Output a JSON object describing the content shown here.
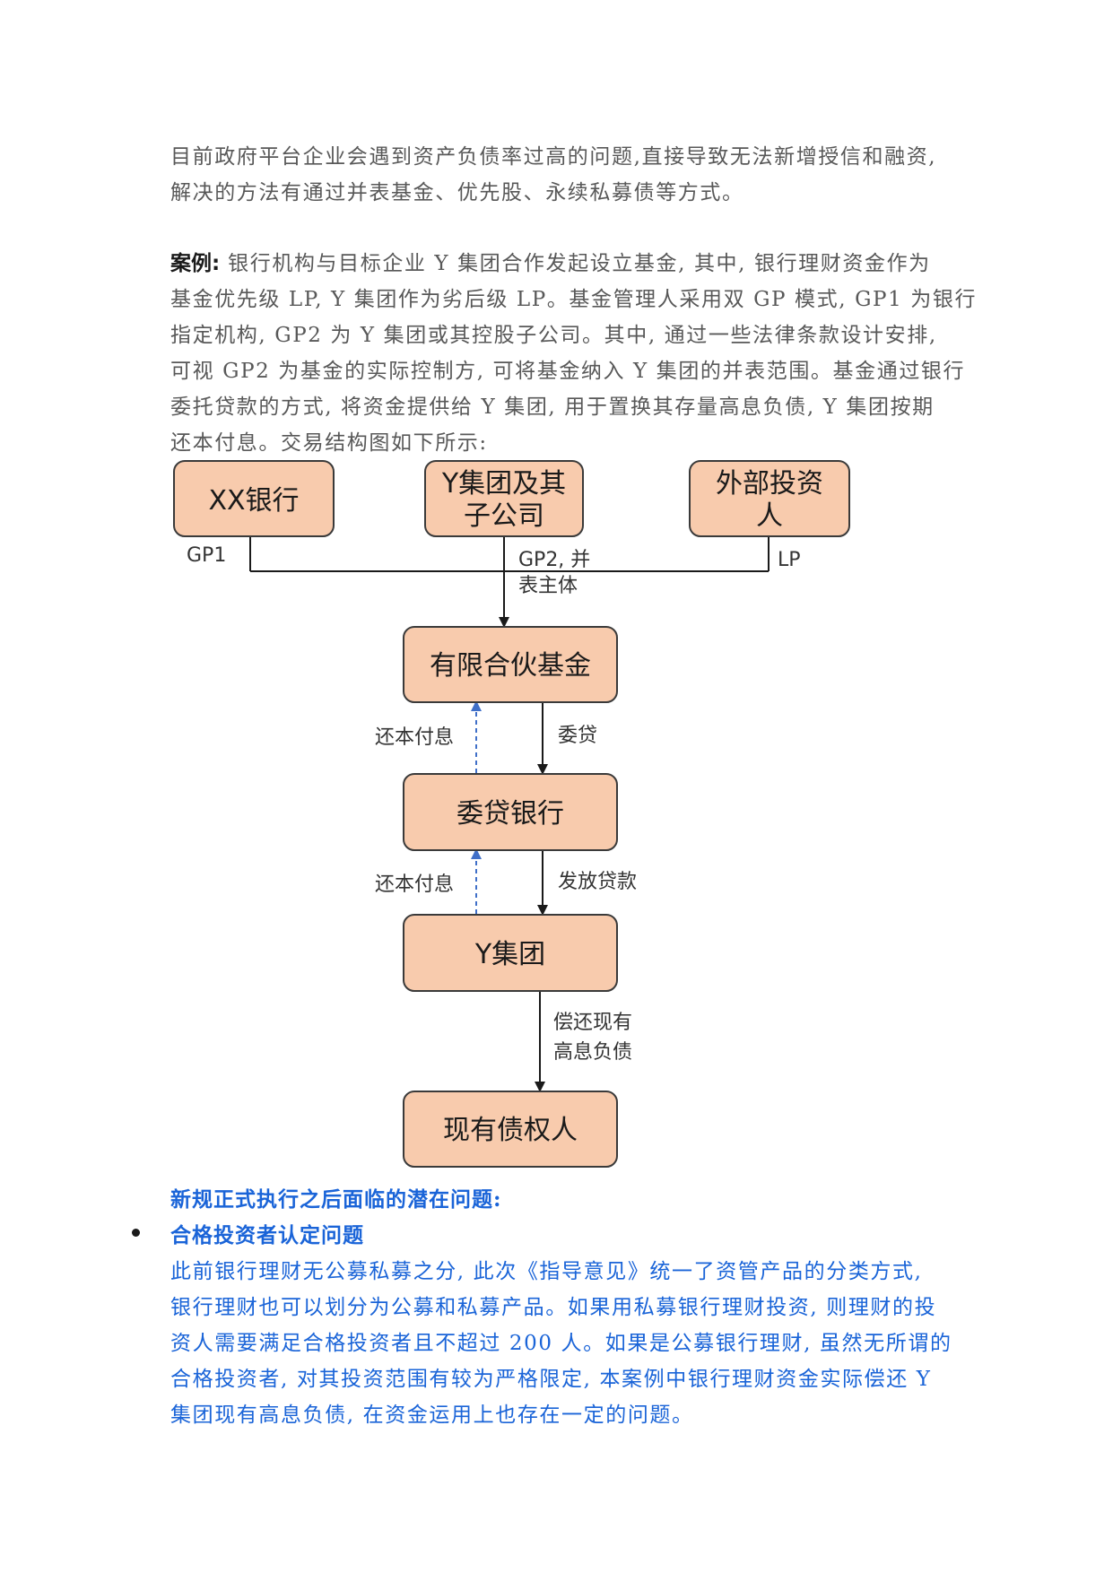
{
  "intro": {
    "line1": "目前政府平台企业会遇到资产负债率过高的问题,直接导致无法新增授信和融资,",
    "line2": "解决的方法有通过并表基金、优先股、永续私募债等方式。"
  },
  "case": {
    "label": "案例:",
    "lines": [
      " 银行机构与目标企业 Y 集团合作发起设立基金, 其中, 银行理财资金作为",
      "基金优先级 LP, Y 集团作为劣后级 LP。基金管理人采用双 GP 模式, GP1 为银行",
      "指定机构, GP2 为 Y 集团或其控股子公司。其中, 通过一些法律条款设计安排,",
      "可视 GP2 为基金的实际控制方, 可将基金纳入 Y 集团的并表范围。基金通过银行",
      "委托贷款的方式, 将资金提供给 Y 集团, 用于置换其存量高息负债, Y 集团按期",
      "还本付息。交易结构图如下所示:"
    ]
  },
  "diagram": {
    "nodes": {
      "bank": "XX银行",
      "group_line1": "Y集团及其",
      "group_line2": "子公司",
      "investor_line1": "外部投资",
      "investor_line2": "人",
      "fund": "有限合伙基金",
      "entrust_bank": "委贷银行",
      "y_group": "Y集团",
      "creditors": "现有债权人"
    },
    "labels": {
      "gp1": "GP1",
      "gp2_line1": "GP2, 并",
      "gp2_line2": "表主体",
      "lp": "LP",
      "repay1": "还本付息",
      "entrust_loan": "委贷",
      "repay2": "还本付息",
      "issue_loan": "发放贷款",
      "repay_debt_line1": "偿还现有",
      "repay_debt_line2": "高息负债"
    }
  },
  "issues": {
    "section_title": "新规正式执行之后面临的潜在问题:",
    "item_title": "合格投资者认定问题",
    "lines": [
      "此前银行理财无公募私募之分, 此次《指导意见》统一了资管产品的分类方式,",
      "银行理财也可以划分为公募和私募产品。如果用私募银行理财投资, 则理财的投",
      "资人需要满足合格投资者且不超过 200 人。如果是公募银行理财, 虽然无所谓的",
      "合格投资者, 对其投资范围有较为严格限定, 本案例中银行理财资金实际偿还 Y",
      "集团现有高息负债, 在资金运用上也存在一定的问题。"
    ]
  }
}
